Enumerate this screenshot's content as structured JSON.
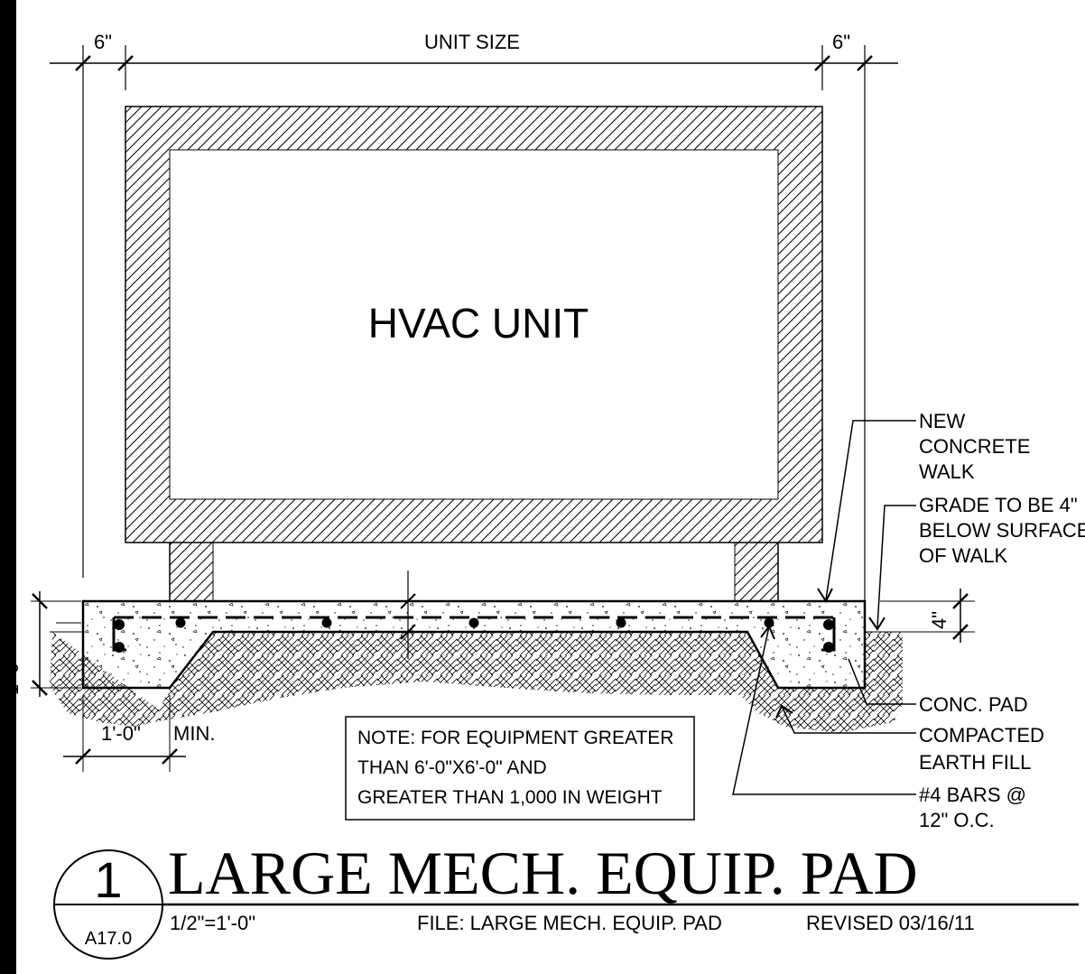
{
  "dimensions": {
    "top_left_clearance": "6\"",
    "unit_size": "UNIT SIZE",
    "top_right_clearance": "6\"",
    "pad_depth_partial": "1'-0\"",
    "walk_thickness": "4\"",
    "min_footing": "1'-0\"",
    "min_label": "MIN."
  },
  "unit_label": "HVAC UNIT",
  "callouts": {
    "new_walk": [
      "NEW",
      "CONCRETE",
      "WALK"
    ],
    "grade": [
      "GRADE TO BE 4\"",
      "BELOW SURFACE",
      "OF WALK"
    ],
    "conc_pad": "CONC. PAD",
    "earth_fill": [
      "COMPACTED",
      "EARTH FILL"
    ],
    "bars": [
      "#4 BARS @",
      "12\" O.C."
    ]
  },
  "note": [
    "NOTE: FOR EQUIPMENT GREATER",
    "THAN 6'-0\"X6'-0\" AND",
    "GREATER THAN 1,000 IN WEIGHT"
  ],
  "title_block": {
    "detail_number": "1",
    "sheet": "A17.0",
    "title": "LARGE MECH. EQUIP. PAD",
    "scale": "1/2\"=1'-0\"",
    "file": "FILE: LARGE MECH. EQUIP. PAD",
    "revised": "REVISED 03/16/11"
  },
  "colors": {
    "ink": "#000000",
    "paper": "#ffffff"
  }
}
